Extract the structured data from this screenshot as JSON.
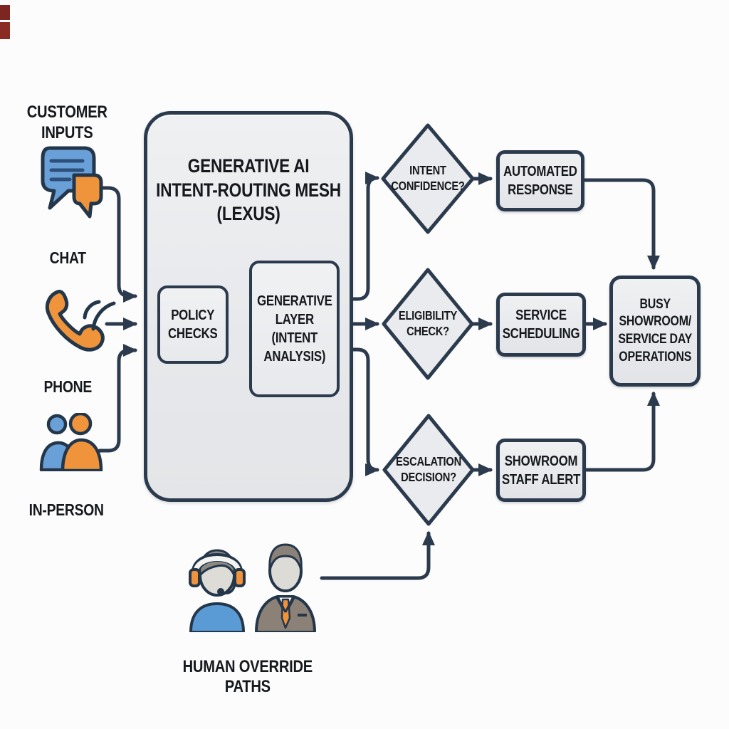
{
  "header": {
    "customer_inputs": "CUSTOMER\nINPUTS"
  },
  "inputs": [
    {
      "label": "CHAT",
      "icon": "chat-bubbles-icon"
    },
    {
      "label": "PHONE",
      "icon": "phone-handset-icon"
    },
    {
      "label": "IN-PERSON",
      "icon": "two-people-icon"
    }
  ],
  "mesh": {
    "title": "GENERATIVE AI\nINTENT-ROUTING MESH\n(LEXUS)",
    "policy_label": "POLICY\nCHECKS",
    "generative_label": "GENERATIVE\nLAYER\n(INTENT\nANALYSIS)"
  },
  "decisions": [
    {
      "label": "INTENT\nCONFIDENCE?"
    },
    {
      "label": "ELIGIBILITY\nCHECK?"
    },
    {
      "label": "ESCALATION\nDECISION?"
    }
  ],
  "outputs": [
    {
      "label": "AUTOMATED\nRESPONSE"
    },
    {
      "label": "SERVICE\nSCHEDULING"
    },
    {
      "label": "SHOWROOM\nSTAFF ALERT"
    }
  ],
  "operations": {
    "label": "BUSY\nSHOWROOM/\nSERVICE DAY\nOPERATIONS"
  },
  "human": {
    "label": "HUMAN OVERRIDE PATHS",
    "icons": [
      "support-agent-headset-icon",
      "business-person-icon"
    ]
  },
  "colors": {
    "line_navy": "#2b3a4d",
    "box_fill": "#e9ebee",
    "accent_blue": "#6aa0d8",
    "accent_orange": "#f0943c",
    "background": "#fcfcfc",
    "text": "#15181c",
    "corner_mark_red": "#7d2521"
  }
}
